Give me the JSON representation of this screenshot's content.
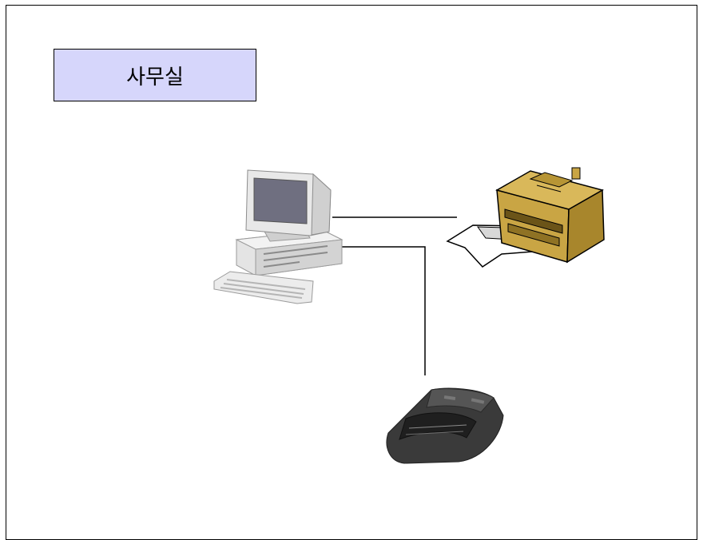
{
  "title": {
    "label": "사무실"
  },
  "devices": [
    {
      "id": "computer",
      "icon": "desktop-computer-icon"
    },
    {
      "id": "printer",
      "icon": "laser-printer-icon"
    },
    {
      "id": "card-reader",
      "icon": "card-reader-icon"
    }
  ],
  "connections": [
    {
      "from": "computer",
      "to": "printer"
    },
    {
      "from": "computer",
      "to": "card-reader"
    }
  ],
  "colors": {
    "title_fill": "#d6d6fb",
    "printer_body": "#c9a544",
    "reader_body": "#3a3a3a"
  }
}
